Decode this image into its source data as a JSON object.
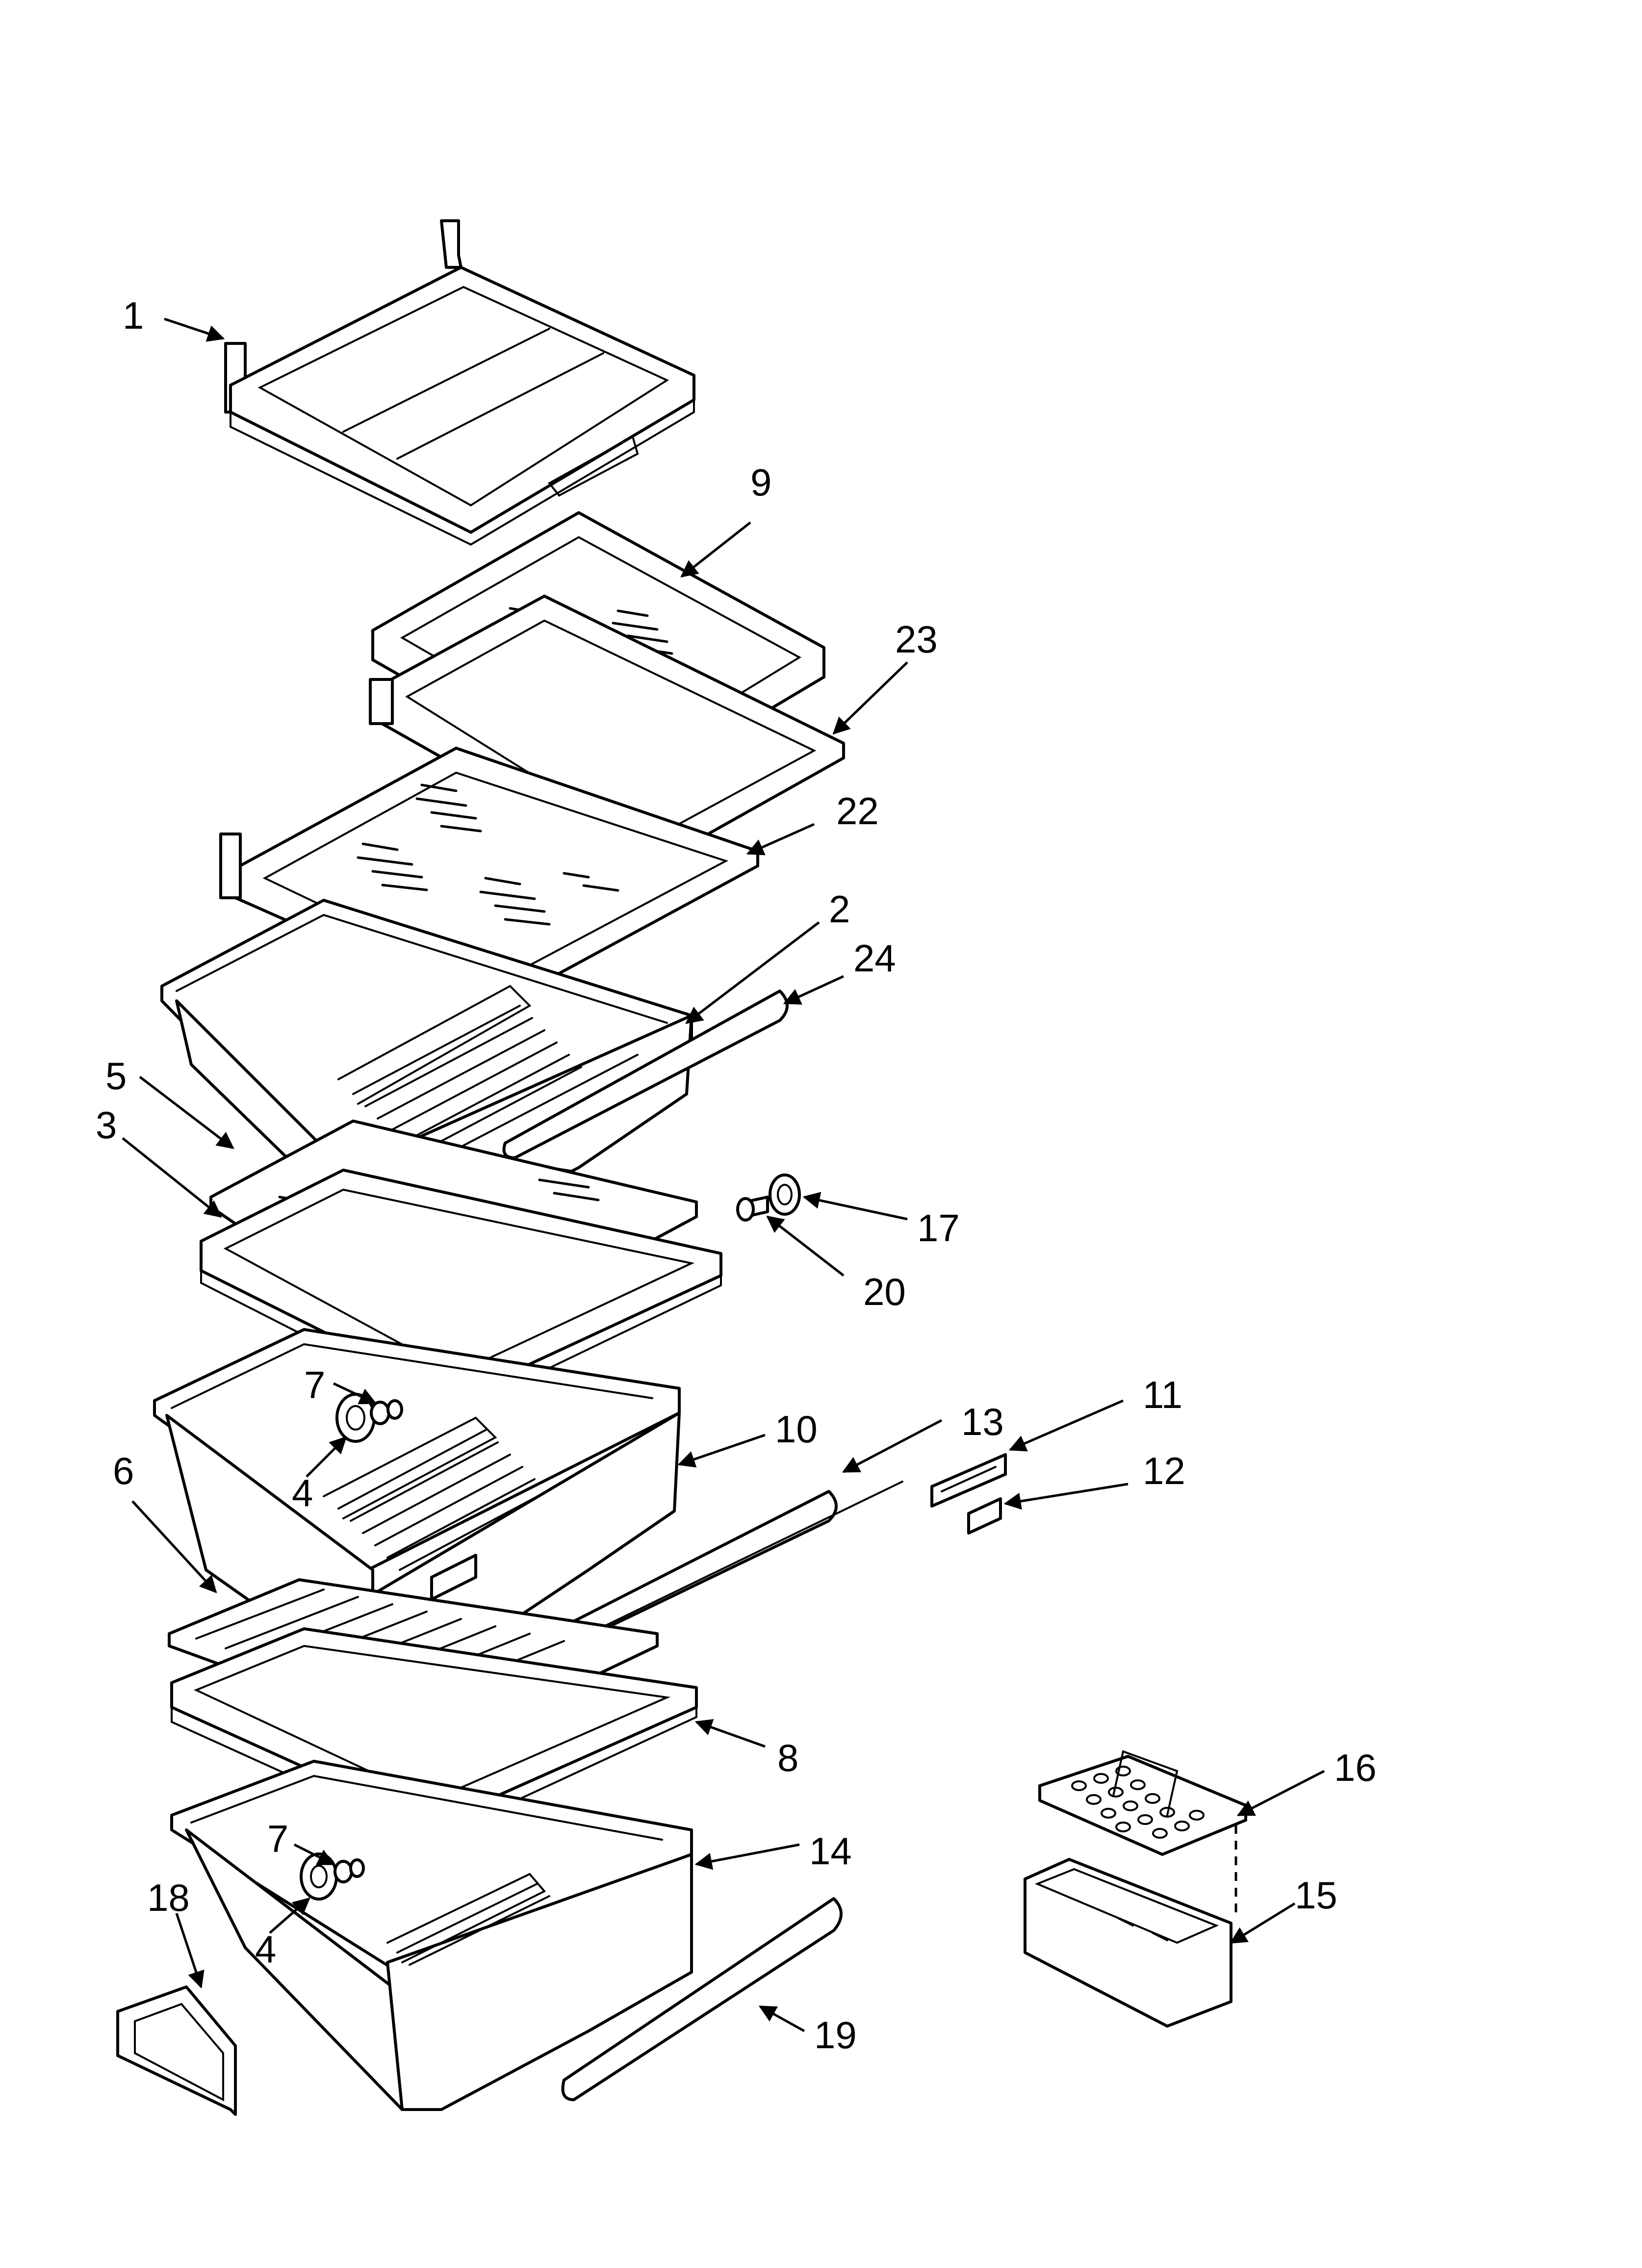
{
  "diagram": {
    "type": "exploded parts diagram",
    "colors": {
      "line": "#000000",
      "background": "#ffffff"
    },
    "callouts": [
      {
        "id": "c1",
        "label": "1"
      },
      {
        "id": "c9",
        "label": "9"
      },
      {
        "id": "c23",
        "label": "23"
      },
      {
        "id": "c22",
        "label": "22"
      },
      {
        "id": "c2",
        "label": "2"
      },
      {
        "id": "c24",
        "label": "24"
      },
      {
        "id": "c5",
        "label": "5"
      },
      {
        "id": "c3",
        "label": "3"
      },
      {
        "id": "c17",
        "label": "17"
      },
      {
        "id": "c20",
        "label": "20"
      },
      {
        "id": "c7a",
        "label": "7"
      },
      {
        "id": "c10",
        "label": "10"
      },
      {
        "id": "c13",
        "label": "13"
      },
      {
        "id": "c11",
        "label": "11"
      },
      {
        "id": "c12",
        "label": "12"
      },
      {
        "id": "c4a",
        "label": "4"
      },
      {
        "id": "c6",
        "label": "6"
      },
      {
        "id": "c8",
        "label": "8"
      },
      {
        "id": "c16",
        "label": "16"
      },
      {
        "id": "c7b",
        "label": "7"
      },
      {
        "id": "c14",
        "label": "14"
      },
      {
        "id": "c15",
        "label": "15"
      },
      {
        "id": "c18",
        "label": "18"
      },
      {
        "id": "c4b",
        "label": "4"
      },
      {
        "id": "c19",
        "label": "19"
      }
    ]
  }
}
